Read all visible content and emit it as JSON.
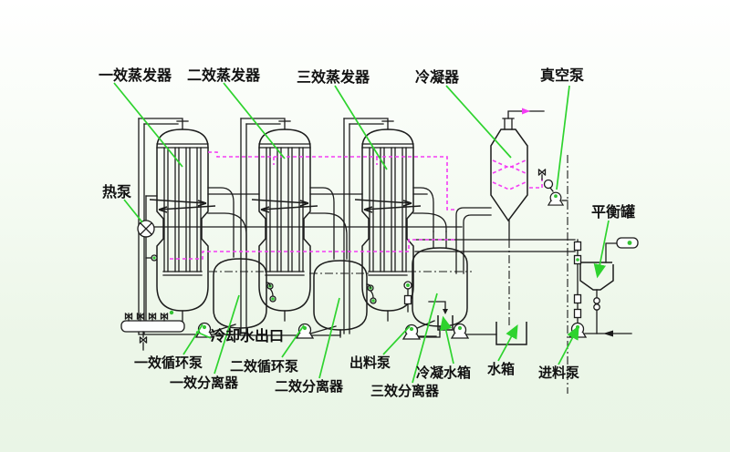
{
  "diagram": {
    "title_hint": "triple-effect evaporation process flow diagram",
    "labels": {
      "evaporator1": "一效蒸发器",
      "evaporator2": "二效蒸发器",
      "evaporator3": "三效蒸发器",
      "condenser": "冷凝器",
      "vacuum_pump": "真空泵",
      "heat_pump": "热泵",
      "balance_tank": "平衡罐",
      "cooling_water_outlet": "冷却水出口",
      "circulation_pump1": "一效循环泵",
      "separator1": "一效分离器",
      "circulation_pump2": "二效循环泵",
      "separator2": "二效分离器",
      "discharge_pump": "出料泵",
      "separator3": "三效分离器",
      "condensate_tank": "冷凝水箱",
      "water_tank": "水箱",
      "feed_pump": "进料泵"
    },
    "colors": {
      "line": "#1c1c1c",
      "leader_green": "#2ed32e",
      "vapor_magenta": "#f43cf4",
      "dot_green": "#35c435",
      "background_tint": "#e9f5e6"
    }
  }
}
